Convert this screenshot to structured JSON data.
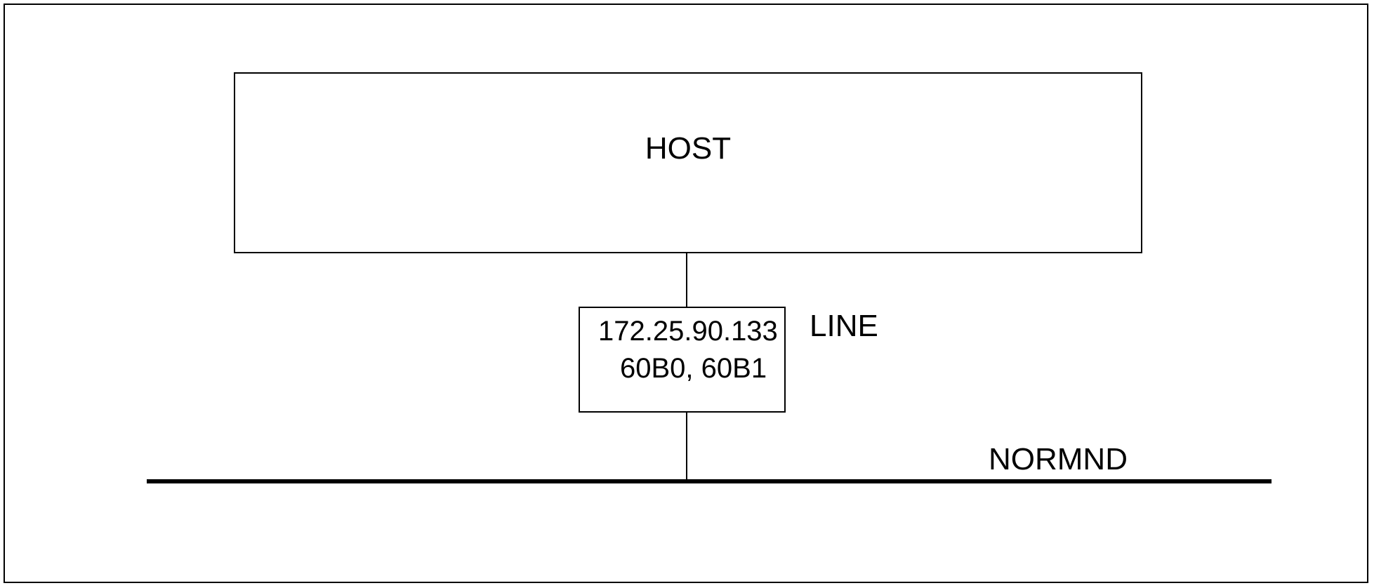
{
  "diagram": {
    "host": {
      "label": "HOST"
    },
    "line": {
      "label": "LINE",
      "ip_address": "172.25.90.133",
      "addresses": "60B0, 60B1"
    },
    "network": {
      "label": "NORMND"
    },
    "colors": {
      "stroke": "#000000",
      "background": "#ffffff"
    }
  }
}
